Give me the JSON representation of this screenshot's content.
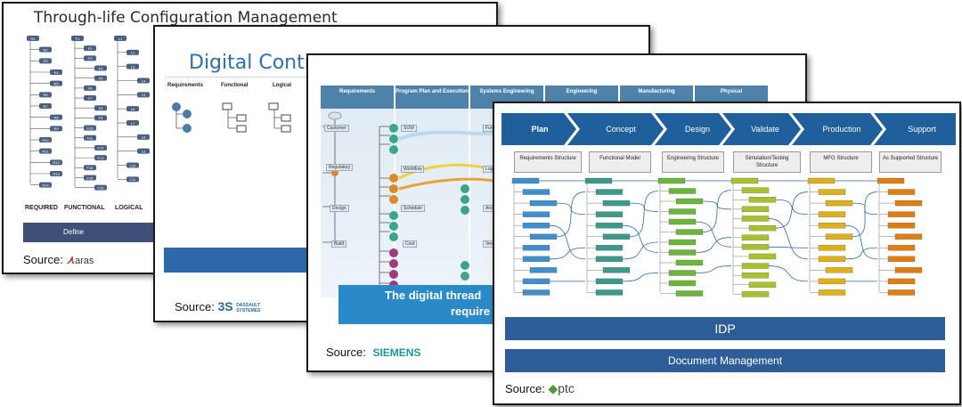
{
  "slide1": {
    "title": "Through-life Configuration Management",
    "columns": [
      "REQUIRED",
      "FUNCTIONAL",
      "LOGICAL"
    ],
    "phase_label": "Define",
    "source_label": "Source:",
    "source_logo": "aras",
    "nodes_r": [
      "R1",
      "R2",
      "R3",
      "R4",
      "R5",
      "R6",
      "R7",
      "R8",
      "R9",
      "R10",
      "R11",
      "R12",
      "R13",
      "R14"
    ],
    "nodes_f": [
      "F1",
      "F2",
      "F3",
      "F4",
      "F5",
      "F6",
      "F7",
      "F8",
      "F9",
      "F10",
      "F11",
      "F12",
      "F13",
      "F14",
      "F15",
      "F16"
    ],
    "nodes_l": [
      "L1",
      "L2",
      "L3",
      "L4",
      "L5",
      "L6",
      "L7",
      "L8",
      "L9",
      "L10",
      "L11"
    ]
  },
  "slide2": {
    "title": "Digital Continu",
    "columns": [
      "Requirements",
      "Functional",
      "Logical"
    ],
    "source_label": "Source:",
    "source_logo_line1": "DASSAULT",
    "source_logo_line2": "SYSTEMES"
  },
  "slide3": {
    "columns": [
      "Requirements",
      "Program Plan and Execution",
      "Systems Engineering",
      "Engineering",
      "Manufacturing",
      "Physical"
    ],
    "labels": [
      "Customer",
      "Regulatory",
      "Design",
      "Build",
      "SOW",
      "Workflow",
      "Schedule",
      "Cost",
      "Function",
      "Logi",
      "Arch",
      "Verific"
    ],
    "banner_line1": "The digital thread",
    "banner_line2": "require",
    "source_label": "Source:",
    "source_logo": "SIEMENS"
  },
  "slide4": {
    "phases": [
      "Plan",
      "Concept",
      "Design",
      "Validate",
      "Production",
      "Support"
    ],
    "categories": [
      "Requirements Structure",
      "Functional Model",
      "Engineering Structure",
      "Simulation/Testing Structure",
      "MFG Structure",
      "As Supported Structure"
    ],
    "idp_label": "IDP",
    "doc_label": "Document Management",
    "source_label": "Source:",
    "source_logo": "ptc",
    "colors": [
      "#3f8fd0",
      "#3a9a8c",
      "#6bb53a",
      "#a9c22a",
      "#e0b016",
      "#e07d10"
    ]
  }
}
